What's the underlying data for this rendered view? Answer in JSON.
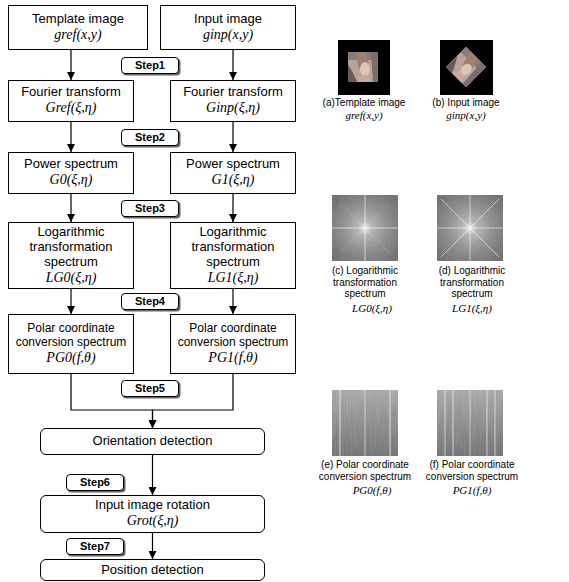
{
  "diagram": {
    "nodes": [
      {
        "text": [
          "Template image",
          "gref(x,y)"
        ]
      },
      {
        "text": [
          "Input image",
          "ginp(x,y)"
        ]
      },
      {
        "text": [
          "Step1"
        ]
      },
      {
        "text": [
          "Fourier transform",
          "Gref(ξ,η)"
        ]
      },
      {
        "text": [
          "Fourier transform",
          "Ginp(ξ,η)"
        ]
      },
      {
        "text": [
          "Step2"
        ]
      },
      {
        "text": [
          "Power spectrum",
          "G0(ξ,η)"
        ]
      },
      {
        "text": [
          "Power spectrum",
          "G1(ξ,η)"
        ]
      },
      {
        "text": [
          "Step3"
        ]
      },
      {
        "text": [
          "Logarithmic transformation spectrum",
          "LG0(ξ,η)"
        ]
      },
      {
        "text": [
          "Logarithmic transformation spectrum",
          "LG1(ξ,η)"
        ]
      },
      {
        "text": [
          "Step4"
        ]
      },
      {
        "text": [
          "Polar coordinate conversion spectrum",
          "PG0(f,θ)"
        ]
      },
      {
        "text": [
          "Polar coordinate conversion spectrum",
          "PG1(f,θ)"
        ]
      },
      {
        "text": [
          "Step5"
        ]
      },
      {
        "text": [
          "Orientation detection"
        ]
      },
      {
        "text": [
          "Step6"
        ]
      },
      {
        "text": [
          "Input image rotation",
          "Grot(ξ,η)"
        ]
      },
      {
        "text": [
          "Step7"
        ]
      },
      {
        "text": [
          "Position detection"
        ]
      }
    ],
    "edges": [
      {
        "from": 0,
        "to": 3,
        "arrow": "to"
      },
      {
        "from": 1,
        "to": 4,
        "arrow": "to"
      },
      {
        "from": 3,
        "to": 6,
        "arrow": "to"
      },
      {
        "from": 4,
        "to": 7,
        "arrow": "to"
      },
      {
        "from": 6,
        "to": 9,
        "arrow": "to"
      },
      {
        "from": 7,
        "to": 10,
        "arrow": "to"
      },
      {
        "from": 9,
        "to": 12,
        "arrow": "to"
      },
      {
        "from": 10,
        "to": 13,
        "arrow": "to"
      },
      {
        "from": 12,
        "to": 15,
        "arrow": "to"
      },
      {
        "from": 13,
        "to": 15,
        "arrow": "to"
      },
      {
        "from": 15,
        "to": 17,
        "arrow": "to"
      },
      {
        "from": 17,
        "to": 19,
        "arrow": "to"
      }
    ],
    "labels": [
      "(a)Template image",
      "gref(x,y)",
      "(b) Input image",
      "ginp(x,y)",
      "(c) Logarithmic transformation spectrum",
      "LG0(ξ,η)",
      "(d) Logarithmic transformation spectrum",
      "LG1(ξ,η)",
      "(e) Polar coordinate conversion spectrum",
      "PG0(f,θ)",
      "(f) Polar coordinate conversion spectrum",
      "PG1(f,θ)"
    ]
  }
}
